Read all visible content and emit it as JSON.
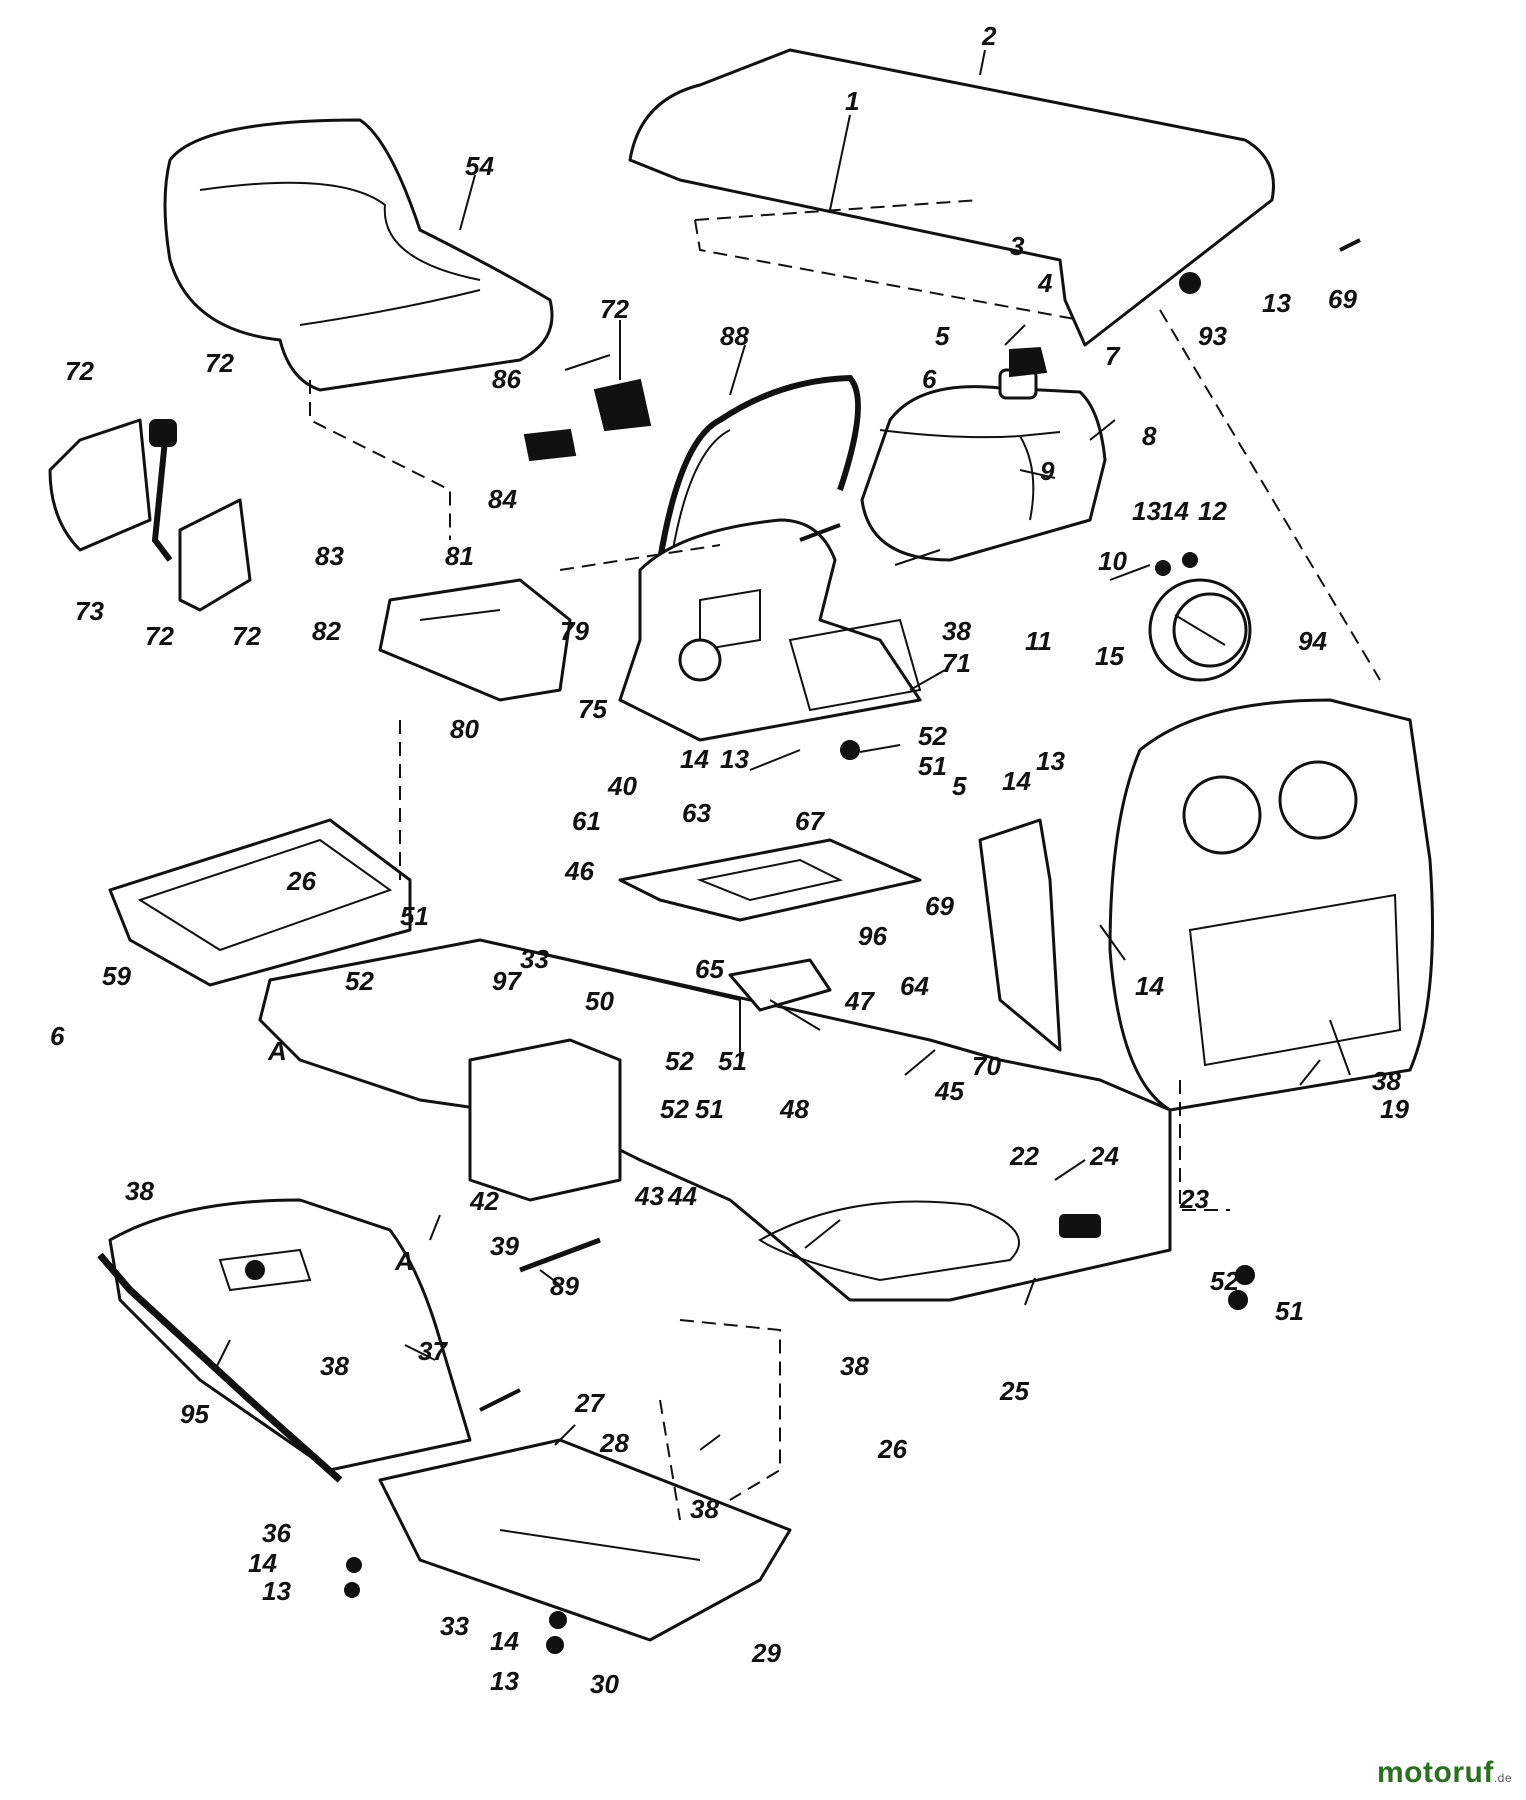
{
  "diagram": {
    "labels": [
      {
        "id": "l2",
        "text": "2"
      },
      {
        "id": "l1",
        "text": "1"
      },
      {
        "id": "l54",
        "text": "54"
      },
      {
        "id": "l3",
        "text": "3"
      },
      {
        "id": "l4",
        "text": "4"
      },
      {
        "id": "l69a",
        "text": "69"
      },
      {
        "id": "l13a",
        "text": "13"
      },
      {
        "id": "l93",
        "text": "93"
      },
      {
        "id": "l5a",
        "text": "5"
      },
      {
        "id": "l6a",
        "text": "6"
      },
      {
        "id": "l7",
        "text": "7"
      },
      {
        "id": "l8",
        "text": "8"
      },
      {
        "id": "l9",
        "text": "9"
      },
      {
        "id": "l72a",
        "text": "72"
      },
      {
        "id": "l88",
        "text": "88"
      },
      {
        "id": "l86",
        "text": "86"
      },
      {
        "id": "l72b",
        "text": "72"
      },
      {
        "id": "l72c",
        "text": "72"
      },
      {
        "id": "l72d",
        "text": "72"
      },
      {
        "id": "l72e",
        "text": "72"
      },
      {
        "id": "l73",
        "text": "73"
      },
      {
        "id": "l84",
        "text": "84"
      },
      {
        "id": "l83",
        "text": "83"
      },
      {
        "id": "l81",
        "text": "81"
      },
      {
        "id": "l82",
        "text": "82"
      },
      {
        "id": "l79",
        "text": "79"
      },
      {
        "id": "l80",
        "text": "80"
      },
      {
        "id": "l13b",
        "text": "13"
      },
      {
        "id": "l14a",
        "text": "14"
      },
      {
        "id": "l12",
        "text": "12"
      },
      {
        "id": "l10",
        "text": "10"
      },
      {
        "id": "l11",
        "text": "11"
      },
      {
        "id": "l15",
        "text": "15"
      },
      {
        "id": "l94",
        "text": "94"
      },
      {
        "id": "l38a",
        "text": "38"
      },
      {
        "id": "l71",
        "text": "71"
      },
      {
        "id": "l75",
        "text": "75"
      },
      {
        "id": "l52a",
        "text": "52"
      },
      {
        "id": "l51a",
        "text": "51"
      },
      {
        "id": "l40",
        "text": "40"
      },
      {
        "id": "l14b",
        "text": "14"
      },
      {
        "id": "l13c",
        "text": "13"
      },
      {
        "id": "l67",
        "text": "67"
      },
      {
        "id": "l5b",
        "text": "5"
      },
      {
        "id": "l14c",
        "text": "14"
      },
      {
        "id": "l13d",
        "text": "13"
      },
      {
        "id": "l61",
        "text": "61"
      },
      {
        "id": "l63",
        "text": "63"
      },
      {
        "id": "l46",
        "text": "46"
      },
      {
        "id": "l69b",
        "text": "69"
      },
      {
        "id": "l26a",
        "text": "26"
      },
      {
        "id": "l51b",
        "text": "51"
      },
      {
        "id": "l6b",
        "text": "6"
      },
      {
        "id": "l59",
        "text": "59"
      },
      {
        "id": "l52b",
        "text": "52"
      },
      {
        "id": "l33a",
        "text": "33"
      },
      {
        "id": "l97",
        "text": "97"
      },
      {
        "id": "l96",
        "text": "96"
      },
      {
        "id": "l65",
        "text": "65"
      },
      {
        "id": "l64",
        "text": "64"
      },
      {
        "id": "l14d",
        "text": "14"
      },
      {
        "id": "l70",
        "text": "70"
      },
      {
        "id": "l38b",
        "text": "38"
      },
      {
        "id": "lA1",
        "text": "A"
      },
      {
        "id": "l50",
        "text": "50"
      },
      {
        "id": "l52c",
        "text": "52"
      },
      {
        "id": "l51c",
        "text": "51"
      },
      {
        "id": "l47",
        "text": "47"
      },
      {
        "id": "l48",
        "text": "48"
      },
      {
        "id": "l52d",
        "text": "52"
      },
      {
        "id": "l51d",
        "text": "51"
      },
      {
        "id": "l45",
        "text": "45"
      },
      {
        "id": "l19",
        "text": "19"
      },
      {
        "id": "l22",
        "text": "22"
      },
      {
        "id": "l24",
        "text": "24"
      },
      {
        "id": "l23",
        "text": "23"
      },
      {
        "id": "l42",
        "text": "42"
      },
      {
        "id": "l43",
        "text": "43"
      },
      {
        "id": "l44",
        "text": "44"
      },
      {
        "id": "l39",
        "text": "39"
      },
      {
        "id": "l38c",
        "text": "38"
      },
      {
        "id": "lA2",
        "text": "A"
      },
      {
        "id": "l52e",
        "text": "52"
      },
      {
        "id": "l51e",
        "text": "51"
      },
      {
        "id": "l89",
        "text": "89"
      },
      {
        "id": "l37",
        "text": "37"
      },
      {
        "id": "l38d",
        "text": "38"
      },
      {
        "id": "l38e",
        "text": "38"
      },
      {
        "id": "l95",
        "text": "95"
      },
      {
        "id": "l25",
        "text": "25"
      },
      {
        "id": "l26b",
        "text": "26"
      },
      {
        "id": "l27",
        "text": "27"
      },
      {
        "id": "l28",
        "text": "28"
      },
      {
        "id": "l36",
        "text": "36"
      },
      {
        "id": "l14e",
        "text": "14"
      },
      {
        "id": "l13e",
        "text": "13"
      },
      {
        "id": "l38f",
        "text": "38"
      },
      {
        "id": "l33b",
        "text": "33"
      },
      {
        "id": "l14f",
        "text": "14"
      },
      {
        "id": "l13f",
        "text": "13"
      },
      {
        "id": "l30",
        "text": "30"
      },
      {
        "id": "l29",
        "text": "29"
      }
    ]
  },
  "watermark": {
    "brand": "motoruf",
    "suffix": ".de"
  }
}
